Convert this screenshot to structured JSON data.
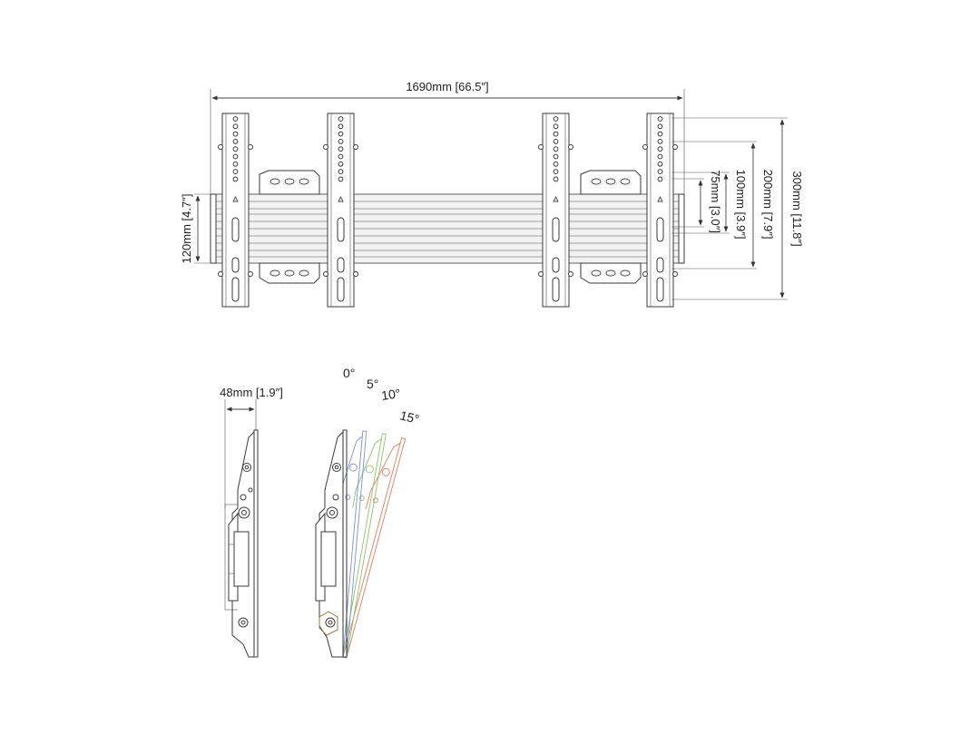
{
  "dimensions": {
    "total_width": "1690mm [66.5″]",
    "rail_height": "120mm [4.7″]",
    "hole_75": "75mm [3.0″]",
    "hole_100": "100mm [3.9″]",
    "hole_200": "200mm [7.9″]",
    "hole_300": "300mm [11.8″]",
    "depth": "48mm [1.9″]"
  },
  "tilt_angles": [
    {
      "label": "0°",
      "color": "#444444"
    },
    {
      "label": "5°",
      "color": "#7b8fd6"
    },
    {
      "label": "10°",
      "color": "#8cc46a"
    },
    {
      "label": "15°",
      "color": "#e27a5a"
    }
  ]
}
